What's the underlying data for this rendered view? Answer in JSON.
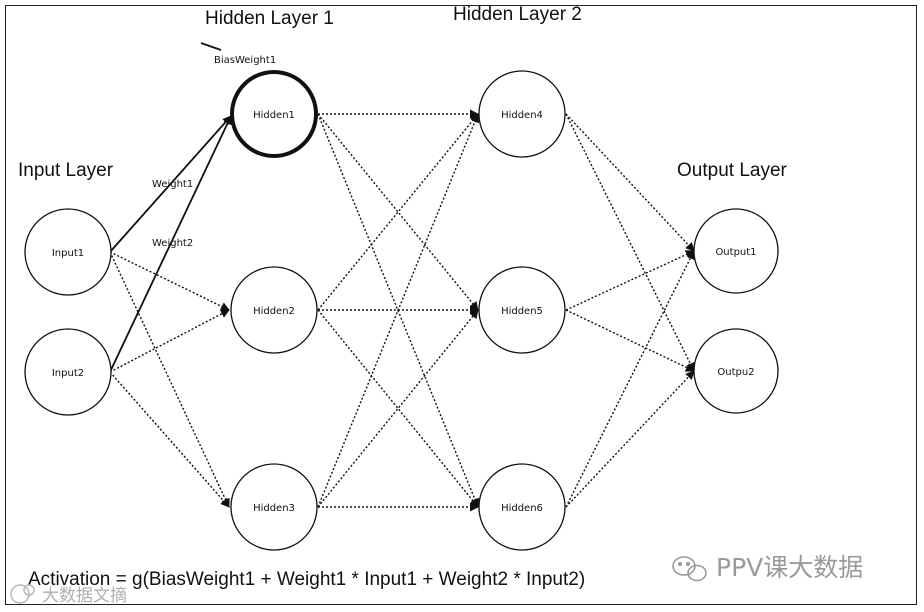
{
  "layers": {
    "input": "Input Layer",
    "hidden1": "Hidden Layer 1",
    "hidden2": "Hidden Layer 2",
    "output": "Output Layer"
  },
  "nodes": {
    "input1": "Input1",
    "input2": "Input2",
    "hidden1": "Hidden1",
    "hidden2": "Hidden2",
    "hidden3": "Hidden3",
    "hidden4": "Hidden4",
    "hidden5": "Hidden5",
    "hidden6": "Hidden6",
    "output1": "Output1",
    "output2": "Outpu2"
  },
  "edge_labels": {
    "weight1": "Weight1",
    "weight2": "Weight2",
    "bias_weight1": "BiasWeight1"
  },
  "formula": "Activation = g(BiasWeight1 + Weight1 * Input1 + Weight2 * Input2)",
  "watermark": {
    "brand": "PPV课大数据",
    "corner": "大数据文摘"
  }
}
